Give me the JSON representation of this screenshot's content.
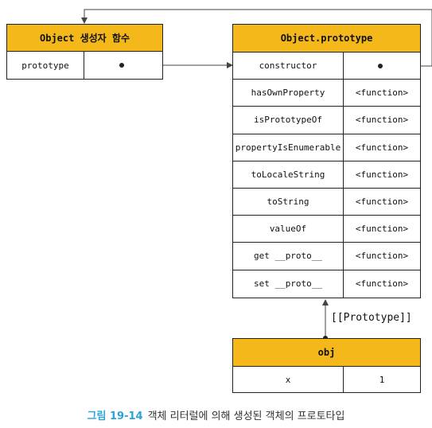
{
  "constructor_box": {
    "title": "Object 생성자 함수",
    "rows": [
      {
        "key": "prototype",
        "value_icon": "pointer-dot"
      }
    ]
  },
  "prototype_box": {
    "title": "Object.prototype",
    "rows": [
      {
        "key": "constructor",
        "value": ""
      },
      {
        "key": "hasOwnProperty",
        "value": "<function>"
      },
      {
        "key": "isPrototypeOf",
        "value": "<function>"
      },
      {
        "key": "propertyIsEnumerable",
        "value": "<function>"
      },
      {
        "key": "toLocaleString",
        "value": "<function>"
      },
      {
        "key": "toString",
        "value": "<function>"
      },
      {
        "key": "valueOf",
        "value": "<function>"
      },
      {
        "key": "get __proto__",
        "value": "<function>"
      },
      {
        "key": "set __proto__",
        "value": "<function>"
      }
    ]
  },
  "obj_box": {
    "title": "obj",
    "rows": [
      {
        "key": "x",
        "value": "1"
      }
    ]
  },
  "link_label": "[[Prototype]]",
  "caption": {
    "figure_number": "그림 19-14",
    "text": "객체 리터럴에 의해 생성된 객체의 프로토타입"
  },
  "colors": {
    "header": "#f4b81b",
    "caption_accent": "#2aa3d6"
  }
}
